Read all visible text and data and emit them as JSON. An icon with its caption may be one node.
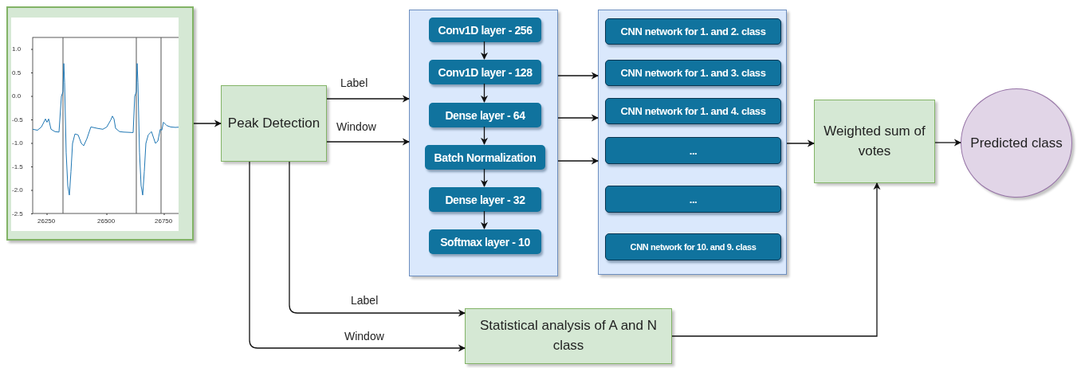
{
  "diagram": {
    "nodes": [
      {
        "text": [],
        "shape": "picture"
      },
      {
        "text": [
          "Peak Detection"
        ]
      },
      {
        "text": [],
        "shape": "box"
      },
      {
        "text": [
          "Conv1D layer - 256"
        ],
        "in": 2
      },
      {
        "text": [
          "Conv1D layer - 128"
        ],
        "in": 2
      },
      {
        "text": [
          "Dense layer - 64"
        ],
        "in": 2
      },
      {
        "text": [
          "Batch Normalization"
        ],
        "in": 2
      },
      {
        "text": [
          "Dense layer - 32"
        ],
        "in": 2
      },
      {
        "text": [
          "Softmax layer - 10"
        ],
        "in": 2
      },
      {
        "text": [],
        "shape": "box"
      },
      {
        "text": [
          "CNN network for 1. and 2. class"
        ],
        "in": 9
      },
      {
        "text": [
          "CNN network for 1. and 3. class"
        ],
        "in": 9
      },
      {
        "text": [
          "CNN network for 1. and 4. class"
        ],
        "in": 9
      },
      {
        "text": [
          "..."
        ],
        "in": 9
      },
      {
        "text": [
          "..."
        ],
        "in": 9
      },
      {
        "text": [
          "CNN network for 10. and 9. class"
        ],
        "in": 9
      },
      {
        "text": [
          "Weighted sum of votes"
        ]
      },
      {
        "text": [
          "Predicted class"
        ]
      },
      {
        "text": [
          "Statistical analysis of A and N class"
        ]
      }
    ],
    "edges": [
      {
        "from": 0,
        "to": 1,
        "arrow": "to"
      },
      {
        "from": 1,
        "to": 2,
        "arrow": "to",
        "label": "Label"
      },
      {
        "from": 1,
        "to": 2,
        "arrow": "to",
        "label": "Window"
      },
      {
        "from": 3,
        "to": 4,
        "arrow": "to"
      },
      {
        "from": 4,
        "to": 5,
        "arrow": "to"
      },
      {
        "from": 5,
        "to": 6,
        "arrow": "to"
      },
      {
        "from": 6,
        "to": 7,
        "arrow": "to"
      },
      {
        "from": 7,
        "to": 8,
        "arrow": "to"
      },
      {
        "from": 2,
        "to": 9,
        "arrow": "to"
      },
      {
        "from": 2,
        "to": 9,
        "arrow": "to"
      },
      {
        "from": 2,
        "to": 9,
        "arrow": "to"
      },
      {
        "from": 9,
        "to": 16,
        "arrow": "to"
      },
      {
        "from": 16,
        "to": 17,
        "arrow": "to"
      },
      {
        "from": 1,
        "to": 18,
        "arrow": "to",
        "label": "Label"
      },
      {
        "from": 1,
        "to": 18,
        "arrow": "to",
        "label": "Window"
      },
      {
        "from": 18,
        "to": 16,
        "arrow": "to"
      }
    ],
    "labels": [
      "1.0",
      "0.5",
      "0.0",
      "-0.5",
      "-1.0",
      "-1.5",
      "-2.0",
      "-2.5",
      "26250",
      "26500",
      "26750"
    ]
  }
}
